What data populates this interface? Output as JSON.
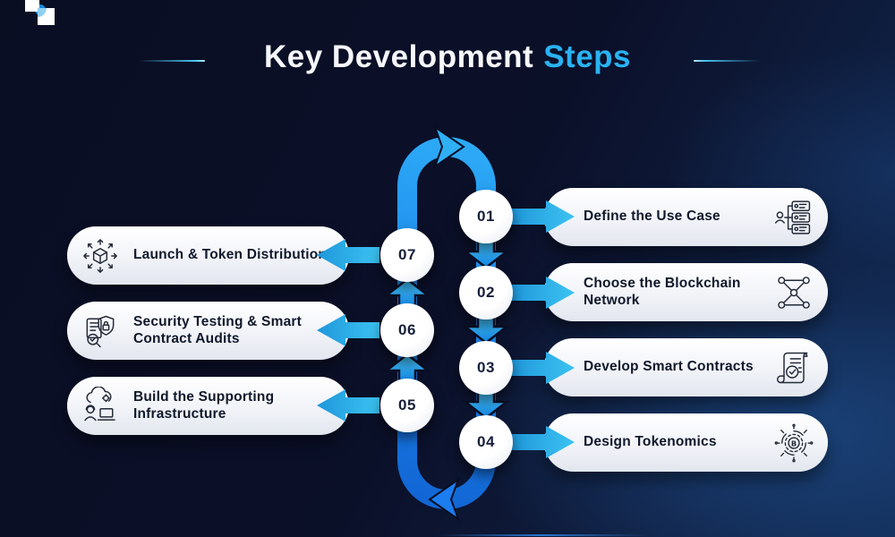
{
  "title": {
    "prefix": "Key Development",
    "highlight": "Steps"
  },
  "steps": [
    {
      "number": "01",
      "label": "Define the Use Case",
      "icon": "use-case-icon",
      "side": "right"
    },
    {
      "number": "02",
      "label": "Choose the Blockchain Network",
      "icon": "blockchain-network-icon",
      "side": "right"
    },
    {
      "number": "03",
      "label": "Develop Smart Contracts",
      "icon": "smart-contract-icon",
      "side": "right"
    },
    {
      "number": "04",
      "label": "Design Tokenomics",
      "icon": "tokenomics-icon",
      "side": "right"
    },
    {
      "number": "05",
      "label": "Build the Supporting Infrastructure",
      "icon": "infrastructure-icon",
      "side": "left"
    },
    {
      "number": "06",
      "label": "Security Testing & Smart Contract Audits",
      "icon": "security-audit-icon",
      "side": "left"
    },
    {
      "number": "07",
      "label": "Launch & Token Distribution",
      "icon": "distribution-icon",
      "side": "left"
    }
  ],
  "flow": {
    "shape": "closed-loop",
    "right_column_direction": "down",
    "left_column_direction": "up"
  },
  "colors": {
    "background_dark": "#0a0e23",
    "background_light": "#1d3f6e",
    "accent_blue": "#29b3f2",
    "path_blue_bright": "#2fb0f8",
    "path_blue_deep": "#0f5ecf",
    "arrow_cyan": "#31b6f0",
    "card_face": "#f1f3f8",
    "text_dark": "#10182b",
    "title_white": "#f5f7fa"
  }
}
